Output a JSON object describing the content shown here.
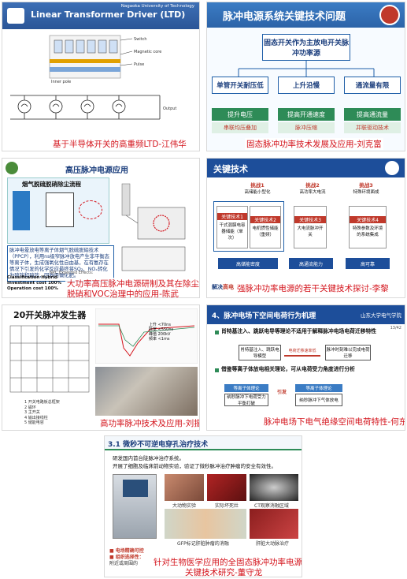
{
  "tile1": {
    "title": "Linear Transformer Driver (LTD)",
    "university": "Nagaoka University of Technology",
    "labels": {
      "switch": "Switch",
      "magnetic": "Magnetic core",
      "pulse": "Pulse",
      "inner": "Inner pole",
      "output": "Output"
    },
    "caption": "基于半导体开关的高重频LTD-江伟华"
  },
  "tile2": {
    "title": "脉冲电源系统关键技术问题",
    "center": "固态开关作为主放电开关脉冲功率源",
    "issues": [
      "单管开关耐压低",
      "上升沿慢",
      "通流量有限"
    ],
    "goals": [
      "提升电压",
      "提高开通速度",
      "提高通流量"
    ],
    "methods": [
      "串联均压叠加",
      "脉冲压缩",
      "并联驱动技术"
    ],
    "caption": "固态脉冲功率技术发展及应用-刘克富"
  },
  "tile3": {
    "title": "高压脉冲电源应用",
    "subtitle": "烟气脱硫脱硝除尘流程",
    "body": "脉冲电晕放电等离子体烟气脱硫脱硝技术（PPCP），利用ns级窄脉冲放电产生非平衡态等离子体，生成强氧化性自由基，在有氨存在情况下引发的化学反应最终将SO₂、NOₓ转化为硫铵和硝铵，回收用做化肥。",
    "table_head": "NPC Expected Effects:",
    "rows": [
      "Classification  Hybrid",
      "Investment cost  100%",
      "Operation cost  100%"
    ],
    "caption_line1": "大功率高压脉冲电源研制及其在除尘、",
    "caption_line2": "脱硝和VOC治理中的应用-陈武"
  },
  "tile4": {
    "title": "关键技术",
    "challenges": [
      {
        "head": "挑战1",
        "sub": "高储能小型化"
      },
      {
        "head": "挑战2",
        "sub": "高功率大电流"
      },
      {
        "head": "挑战3",
        "sub": "特殊环境面成"
      }
    ],
    "techs": [
      {
        "head": "关键技术1",
        "body": "干式混膜电容器储能（单次）"
      },
      {
        "head": "关键技术2",
        "body": "电机惯性储能（重频）"
      },
      {
        "head": "关键技术3",
        "body": "大电流脉冲开关"
      },
      {
        "head": "关键技术4",
        "body": "特殊参数及环境的系统集成"
      }
    ],
    "outcomes": [
      "高储能密度",
      "高通流能力",
      "高可靠"
    ],
    "footer_prefix": "解决",
    "footer_emph": "高电",
    "caption": "强脉冲功率电源的若干关键技术探讨-李黎"
  },
  "tile5": {
    "title": "20开关脉冲发生器",
    "legend": [
      "上升",
      "脉宽",
      "峰值",
      "频率"
    ],
    "legend_vals": [
      "<70ns",
      "<550ns",
      "200kV",
      "<1ms"
    ],
    "list": [
      "1  开关电路板总框架",
      "2  磁环",
      "3  主开关",
      "4  输出接线柱",
      "5  储能电容"
    ],
    "caption": "高功率脉冲技术及应用-刘振"
  },
  "tile6": {
    "title": "4、脉冲电场下空间电荷行为机理",
    "logo": "山东大学电气学院",
    "page": "13/42",
    "point1": "肖特基注入、跳跃电导等理论不适用于解释脉冲电场电荷迁移特性",
    "box1": "肖特基注入、跳跃电导模型",
    "arrow1": "电荷迁移速率低",
    "box2": "脉冲时刻难以完成电荷迁移",
    "point2": "借鉴等离子体放电相关理论，可从电荷受力角度进行分析",
    "box3": "等离子体理论",
    "box4": "纳秒脉冲下电荷受力平衡打破",
    "arrow2": "引发",
    "box5": "等离子体理论",
    "box6": "纳秒脉冲下气体放电",
    "caption": "脉冲电场下电气绝缘空间电荷特性-何东欣"
  },
  "tile7": {
    "title": "3.1 微秒不可逆电穿孔治疗技术",
    "bullets": [
      "研发国内首台陡脉冲治疗系统。",
      "开展了细胞及临床前动物实验，验证了微秒脉冲治疗肿瘤的安全有效性。"
    ],
    "img_labels": [
      "大动物实验",
      "实际坏死灶",
      "CT观察消融区域",
      "GFP标记肝脏肿瘤的消融",
      "肝脏大动脉治疗"
    ],
    "bottom_list": [
      "■ 电场精确可控",
      "■ 组织选择性：",
      "   附近或周围的"
    ],
    "caption_line1": "针对生物医学应用的全固态脉冲功率电源",
    "caption_line2": "关键技术研究-董守龙"
  },
  "colors": {
    "caption": "#d4141c",
    "blue": "#1f5fa8",
    "navy": "#1a3d7c",
    "green": "#2e8b57",
    "red": "#c0392b"
  }
}
